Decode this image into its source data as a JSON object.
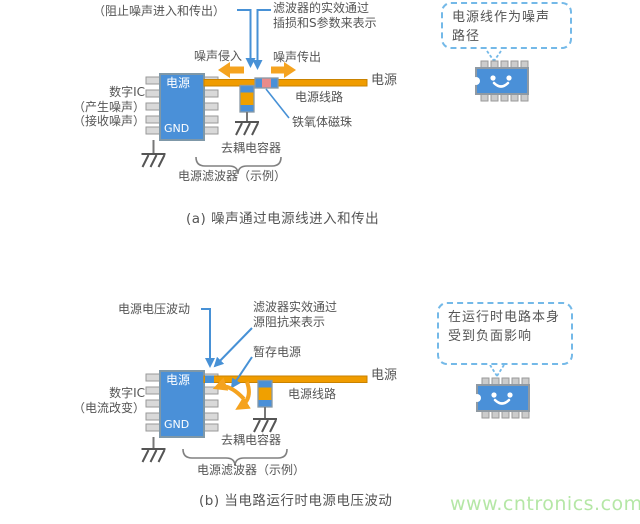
{
  "watermark": "www.cntronics.com",
  "colors": {
    "blue_accent": "#4791d6",
    "ic_fill": "#4a90d8",
    "power_line_orange": "#f09c00",
    "arrow_orange": "#f5a31f",
    "ferrite_bead_pink": "#e98b8b",
    "label_text": "#555555",
    "bubble_border_blue": "#74b9e8",
    "watermark_green": "#b5e7a6"
  },
  "diagram_a": {
    "annotation_block_noise": "（阻止噪声进入和传出）",
    "annotation_filter_line1": "滤波器的实效通过",
    "annotation_filter_line2": "插损和S参数来表示",
    "noise_in": "噪声侵入",
    "noise_out": "噪声传出",
    "power_right": "电源",
    "power_line_label": "电源线路",
    "ferrite_bead_label": "铁氧体磁珠",
    "ic_side_line1": "数字IC",
    "ic_side_line2": "（产生噪声）",
    "ic_side_line3": "（接收噪声）",
    "ic_power_pin": "电源",
    "ic_gnd_pin": "GND",
    "decoupling_cap_label": "去耦电容器",
    "filter_example_label": "电源滤波器（示例）",
    "bubble_line1": "电源线作为噪声",
    "bubble_line2": "路径",
    "caption": "(a)  噪声通过电源线进入和传出"
  },
  "diagram_b": {
    "annotation_voltage_fluct": "电源电压波动",
    "annotation_filter_line1": "滤波器实效通过",
    "annotation_filter_line2": "源阻抗来表示",
    "annotation_stored_power": "暂存电源",
    "power_right": "电源",
    "power_line_label": "电源线路",
    "ic_side_line1": "数字IC",
    "ic_side_line2": "（电流改变）",
    "ic_power_pin": "电源",
    "ic_gnd_pin": "GND",
    "decoupling_cap_label": "去耦电容器",
    "filter_example_label": "电源滤波器（示例）",
    "bubble_line1": "在运行时电路本身",
    "bubble_line2": "受到负面影响",
    "caption": "(b)  当电路运行时电源电压波动"
  }
}
